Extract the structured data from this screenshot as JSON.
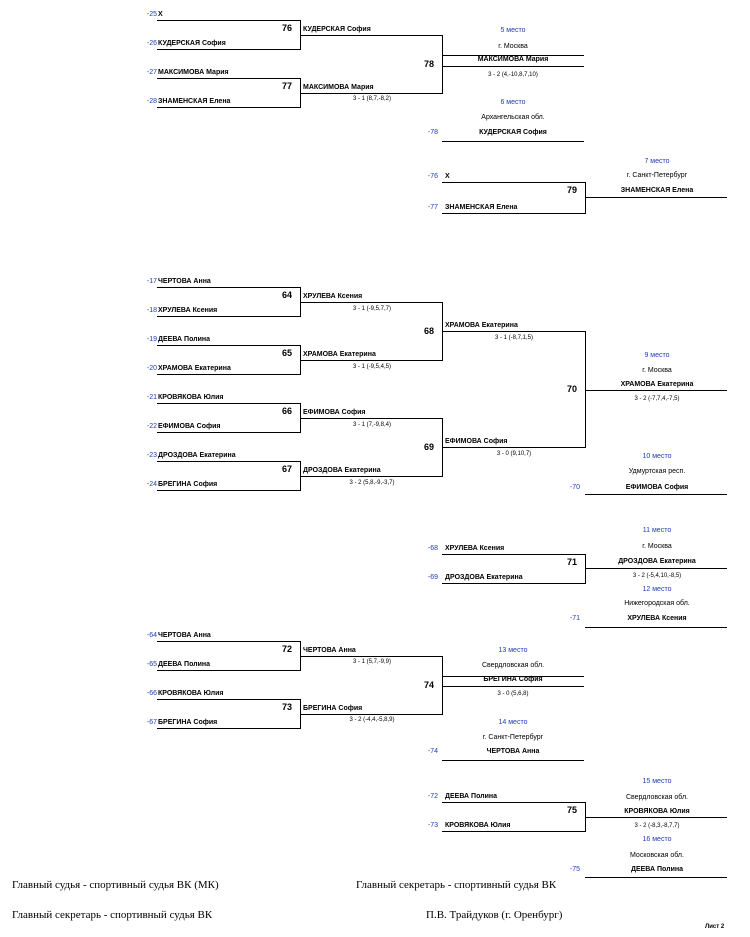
{
  "brackets": [
    {
      "seeds": [
        "-25",
        "-26",
        "-27",
        "-28"
      ],
      "entries": [
        "Х",
        "КУДЕРСКАЯ София",
        "МАКСИМОВА Мария",
        "ЗНАМЕНСКАЯ Елена"
      ],
      "matches": [
        "76",
        "77"
      ],
      "winners": [
        "КУДЕРСКАЯ София",
        "МАКСИМОВА Мария"
      ],
      "scores": [
        "",
        "3 - 1 (8,7,-8,2)"
      ],
      "final_match": "78",
      "places": [
        {
          "place": "5 место",
          "region": "г. Москва",
          "name": "МАКСИМОВА Мария",
          "score": "3 - 2 (4,-10,8,7,10)"
        },
        {
          "place": "6 место",
          "region": "Архангельская обл.",
          "name": "КУДЕРСКАЯ София"
        }
      ],
      "loser_ref": "-78"
    },
    {
      "seeds": [
        "-17",
        "-18",
        "-19",
        "-20",
        "-21",
        "-22",
        "-23",
        "-24"
      ],
      "entries": [
        "ЧЕРТОВА Анна",
        "ХРУЛЕВА Ксения",
        "ДЕЕВА Полина",
        "ХРАМОВА Екатерина",
        "КРОВЯКОВА Юлия",
        "ЕФИМОВА София",
        "ДРОЗДОВА Екатерина",
        "БРЕГИНА София"
      ],
      "matches": [
        "64",
        "65",
        "66",
        "67"
      ],
      "winners": [
        "ХРУЛЕВА Ксения",
        "ХРАМОВА Екатерина",
        "ЕФИМОВА София",
        "ДРОЗДОВА Екатерина"
      ],
      "scores": [
        "3 - 1 (-9,5,7,7)",
        "3 - 1 (-9,5,4,5)",
        "3 - 1 (7,-9,8,4)",
        "3 - 2 (5,8,-9,-3,7)"
      ],
      "semi_matches": [
        "68",
        "69"
      ],
      "semi_winners": [
        "ХРАМОВА Екатерина",
        "ЕФИМОВА София"
      ],
      "semi_scores": [
        "3 - 1 (-8,7,1,5)",
        "3 - 0 (9,10,7)"
      ],
      "final_match": "70",
      "places": [
        {
          "place": "9 место",
          "region": "г. Москва",
          "name": "ХРАМОВА Екатерина",
          "score": "3 - 2 (-7,7,4,-7,5)"
        },
        {
          "place": "10 место",
          "region": "Удмуртская респ.",
          "name": "ЕФИМОВА София"
        }
      ],
      "loser_ref": "-70"
    },
    {
      "seeds": [
        "-64",
        "-65",
        "-66",
        "-67"
      ],
      "entries": [
        "ЧЕРТОВА Анна",
        "ДЕЕВА Полина",
        "КРОВЯКОВА Юлия",
        "БРЕГИНА София"
      ],
      "matches": [
        "72",
        "73"
      ],
      "winners": [
        "ЧЕРТОВА Анна",
        "БРЕГИНА София"
      ],
      "scores": [
        "3 - 1 (5,7,-9,9)",
        "3 - 2 (-4,4,-5,8,9)"
      ],
      "final_match": "74",
      "places": [
        {
          "place": "13 место",
          "region": "Свердловская обл.",
          "name": "БРЕГИНА София",
          "score": "3 - 0 (5,6,8)"
        },
        {
          "place": "14 место",
          "region": "г. Санкт-Петербург",
          "name": "ЧЕРТОВА Анна"
        }
      ],
      "loser_ref": "-74"
    }
  ],
  "small": [
    {
      "seeds": [
        "-76",
        "-77"
      ],
      "entries": [
        "Х",
        "ЗНАМЕНСКАЯ Елена"
      ],
      "match": "79",
      "places": [
        {
          "place": "7 место",
          "region": "г. Санкт-Петербург",
          "name": "ЗНАМЕНСКАЯ Елена"
        }
      ]
    },
    {
      "seeds": [
        "-68",
        "-69"
      ],
      "entries": [
        "ХРУЛЕВА Ксения",
        "ДРОЗДОВА Екатерина"
      ],
      "match": "71",
      "places": [
        {
          "place": "11 место",
          "region": "г. Москва",
          "name": "ДРОЗДОВА Екатерина",
          "score": "3 - 2 (-5,4,10,-8,5)"
        },
        {
          "place": "12 место",
          "region": "Нижегородская обл.",
          "name": "ХРУЛЕВА Ксения"
        }
      ],
      "loser_ref": "-71"
    },
    {
      "seeds": [
        "-72",
        "-73"
      ],
      "entries": [
        "ДЕЕВА Полина",
        "КРОВЯКОВА Юлия"
      ],
      "match": "75",
      "places": [
        {
          "place": "15 место",
          "region": "Свердловская обл.",
          "name": "КРОВЯКОВА Юлия",
          "score": "3 - 2 (-8,3,-8,7,7)"
        },
        {
          "place": "16 место",
          "region": "Московская обл.",
          "name": "ДЕЕВА Полина"
        }
      ],
      "loser_ref": "-75"
    }
  ],
  "footer": {
    "left_1": "Главный судья - спортивный судья ВК (МК)",
    "left_2": "Главный секретарь - спортивный судья ВК",
    "right_1": "Главный секретарь - спортивный судья ВК",
    "right_2": "П.В. Трайдуков (г. Оренбург)",
    "sheet": "Лист 2"
  }
}
